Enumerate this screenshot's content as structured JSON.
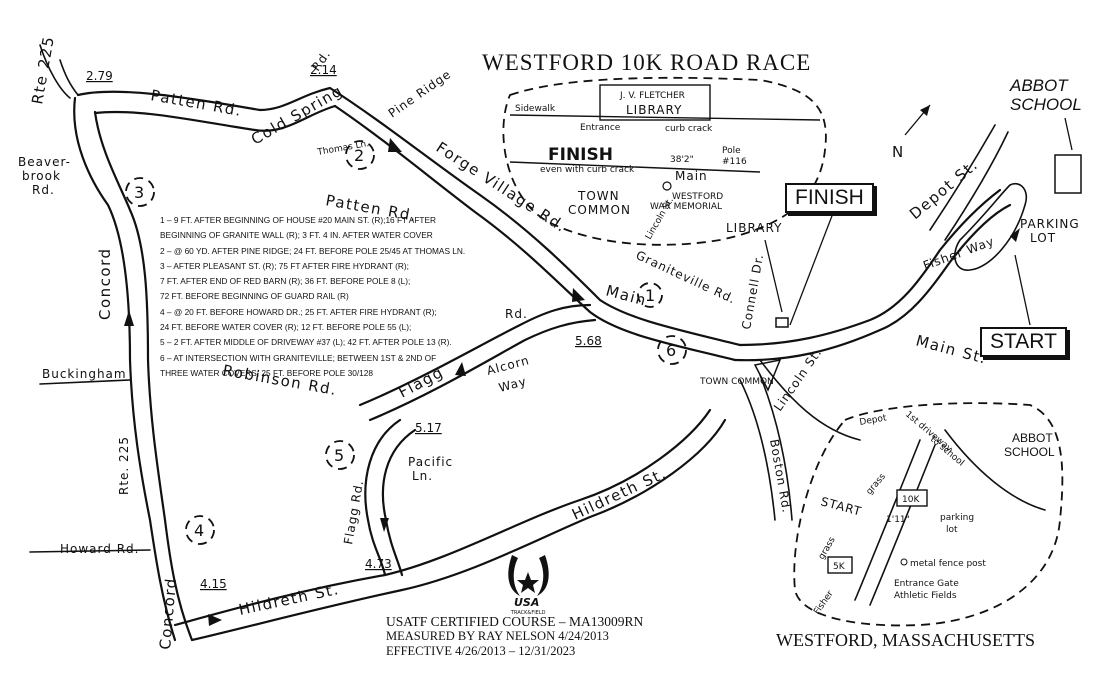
{
  "title": "WESTFORD 10K ROAD RACE",
  "location": "WESTFORD, MASSACHUSETTS",
  "certification": {
    "line1": "USATF CERTIFIED COURSE – MA13009RN",
    "line2": "MEASURED BY RAY NELSON 4/24/2013",
    "line3": "EFFECTIVE 4/26/2013 – 12/31/2023"
  },
  "logo": {
    "text": "USA",
    "subtext": "TRACK&FIELD"
  },
  "finish_label": "FINISH",
  "start_label": "START",
  "north_label": "N",
  "abbot_school": [
    "ABBOT",
    "SCHOOL"
  ],
  "parking_lot": [
    "PARKING",
    "LOT"
  ],
  "library_label": "LIBRARY",
  "mile_notes": [
    "1 – 9 FT. AFTER BEGINNING OF HOUSE #20 MAIN ST. (R);16 FT AFTER",
    "BEGINNING OF GRANITE WALL (R); 3 FT. 4 IN. AFTER WATER COVER",
    "2 – @ 60 YD. AFTER PINE RIDGE; 24 FT. BEFORE POLE 25/45 AT THOMAS LN.",
    "3 – AFTER PLEASANT ST. (R); 75 FT AFTER FIRE HYDRANT (R);",
    "7 FT. AFTER END OF RED BARN (R); 36 FT. BEFORE POLE 8 (L);",
    "72 FT. BEFORE BEGINNING OF GUARD RAIL (R)",
    "4 – @ 20 FT. BEFORE HOWARD DR.; 25 FT. AFTER FIRE HYDRANT (R);",
    "24 FT. BEFORE WATER COVER (R); 12 FT. BEFORE POLE 55 (L);",
    "5 – 2 FT. AFTER MIDDLE OF DRIVEWAY #37 (L); 42 FT. AFTER POLE 13 (R).",
    "6 – AT INTERSECTION WITH GRANITEVILLE; BETWEEN 1ST & 2ND OF",
    "THREE WATER COVERS; 25 FT. BEFORE POLE 30/128"
  ],
  "roads": {
    "rte225_top": "Rte 225",
    "patten_top": "Patten Rd.",
    "cold_spring": "Cold Spring",
    "cold_spring_rd": "Rd.",
    "pine_ridge": "Pine Ridge",
    "thomas_ln": "Thomas Ln.",
    "forge_village": "Forge Village Rd.",
    "patten_mid": "Patten Rd.",
    "beaverbrook": [
      "Beaver-",
      "brook",
      "Rd."
    ],
    "concord_upper": "Concord",
    "buckingham": "Buckingham",
    "rte225_lower": "Rte. 225",
    "howard": "Howard Rd.",
    "concord_lower": "Concord",
    "robinson": "Robinson Rd.",
    "flagg_upper": "Flagg",
    "alcorn": [
      "Alcorn",
      "Way"
    ],
    "pacific": [
      "Pacific",
      "Ln."
    ],
    "flagg_lower": "Flagg Rd.",
    "hildreth_left": "Hildreth St.",
    "hildreth_right": "Hildreth St.",
    "graniteville": "Graniteville Rd.",
    "main_mid": "Main",
    "rd_small": "Rd.",
    "connell": "Connell Dr.",
    "lincoln": "Lincoln St.",
    "boston": "Boston Rd.",
    "main_right": "Main St.",
    "depot": "Depot St.",
    "fisher_way": "Fisher Way",
    "town_common": "TOWN COMMON"
  },
  "splits": {
    "s279": "2.79",
    "s214": "2.14",
    "s568": "5.68",
    "s517": "5.17",
    "s473": "4.73",
    "s415": "4.15"
  },
  "miles": [
    "1",
    "2",
    "3",
    "4",
    "5",
    "6"
  ],
  "inset_finish": {
    "library": [
      "J. V. FLETCHER",
      "LIBRARY"
    ],
    "sidewalk": "Sidewalk",
    "entrance": "Entrance",
    "curb_crack": "curb crack",
    "finish": "FINISH",
    "finish_note": "even with curb crack",
    "pole": [
      "Pole",
      "#116"
    ],
    "dist": "38'2\"",
    "main": "Main",
    "memorial": [
      "WESTFORD",
      "WAR MEMORIAL"
    ],
    "town_common": [
      "TOWN",
      "COMMON"
    ],
    "lincoln": "Lincoln St."
  },
  "inset_start": {
    "depot": "Depot",
    "first_driveway": "1st driveway",
    "to_school": "to school",
    "abbot": [
      "ABBOT",
      "SCHOOL"
    ],
    "start": "START",
    "grass1": "grass",
    "grass2": "grass",
    "tenk": "10K",
    "fivek": "5K",
    "dist": "1'11\"",
    "parking": [
      "parking",
      "lot"
    ],
    "fence": "metal fence post",
    "gate": [
      "Entrance Gate",
      "Athletic Fields"
    ],
    "fisher": "Fisher"
  }
}
